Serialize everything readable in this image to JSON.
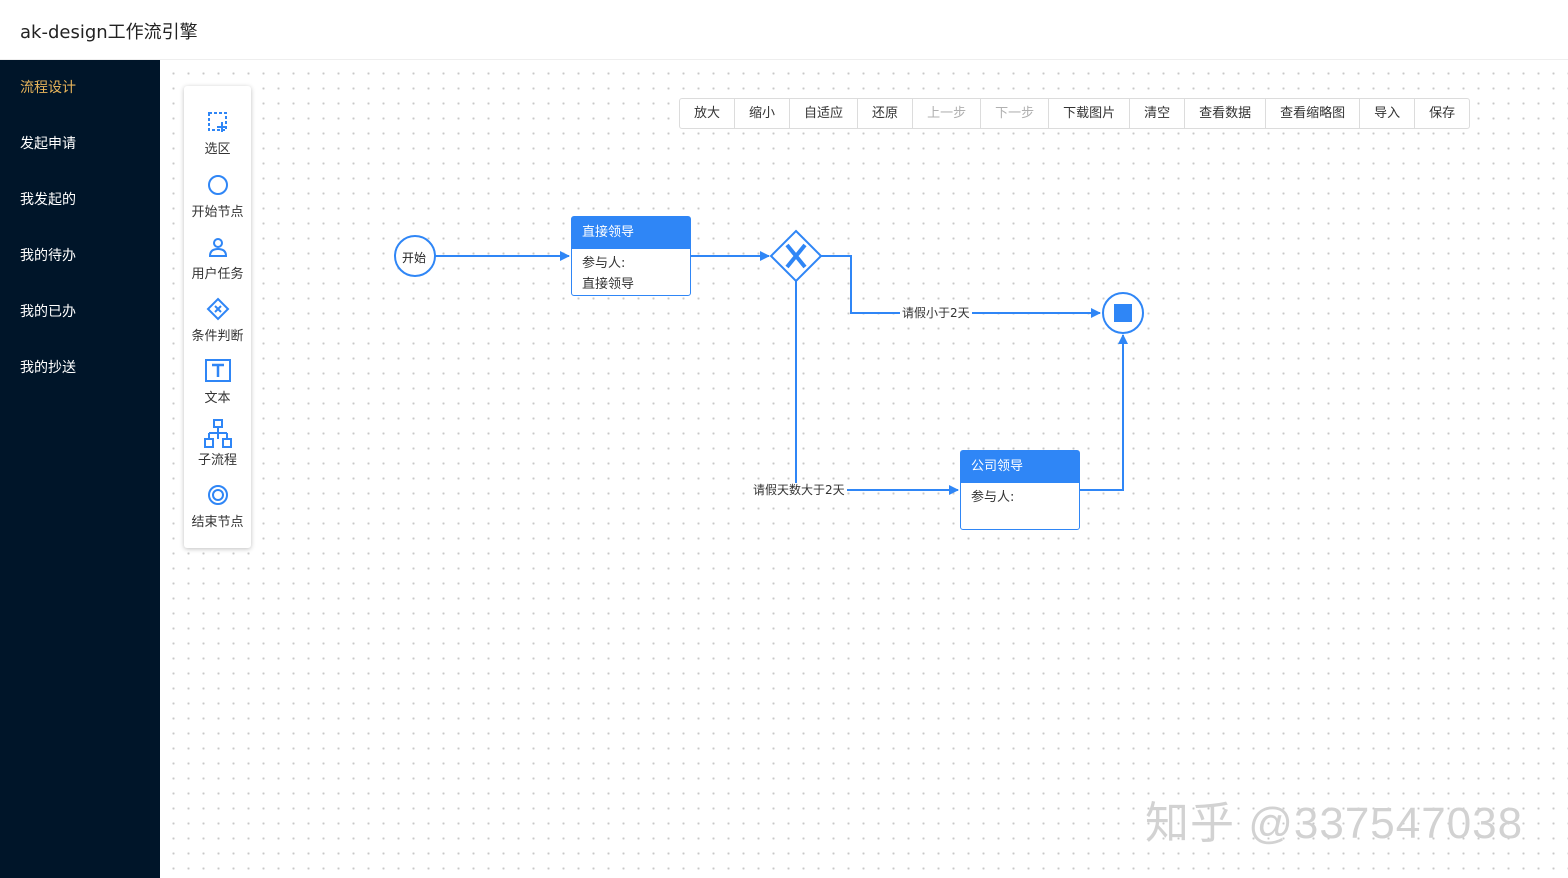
{
  "header": {
    "title": "ak-design工作流引擎"
  },
  "sidebar": {
    "items": [
      {
        "label": "流程设计",
        "active": true
      },
      {
        "label": "发起申请"
      },
      {
        "label": "我发起的"
      },
      {
        "label": "我的待办"
      },
      {
        "label": "我的已办"
      },
      {
        "label": "我的抄送"
      }
    ]
  },
  "palette": {
    "items": [
      {
        "label": "选区",
        "icon": "selection-icon"
      },
      {
        "label": "开始节点",
        "icon": "circle-icon"
      },
      {
        "label": "用户任务",
        "icon": "user-icon"
      },
      {
        "label": "条件判断",
        "icon": "gateway-icon"
      },
      {
        "label": "文本",
        "icon": "text-icon"
      },
      {
        "label": "子流程",
        "icon": "subprocess-icon"
      },
      {
        "label": "结束节点",
        "icon": "end-circle-icon"
      }
    ]
  },
  "toolbar": {
    "buttons": [
      {
        "label": "放大"
      },
      {
        "label": "缩小"
      },
      {
        "label": "自适应"
      },
      {
        "label": "还原"
      },
      {
        "label": "上一步",
        "disabled": true
      },
      {
        "label": "下一步",
        "disabled": true
      },
      {
        "label": "下载图片"
      },
      {
        "label": "清空"
      },
      {
        "label": "查看数据"
      },
      {
        "label": "查看缩略图"
      },
      {
        "label": "导入"
      },
      {
        "label": "保存"
      }
    ]
  },
  "diagram": {
    "start": {
      "label": "开始"
    },
    "task1": {
      "title": "直接领导",
      "participant_label": "参与人:",
      "participant": "直接领导"
    },
    "task2": {
      "title": "公司领导",
      "participant_label": "参与人:",
      "participant": ""
    },
    "gateway": {
      "symbol": "X"
    },
    "edges": {
      "short_leave": "请假小于2天",
      "long_leave": "请假天数大于2天"
    }
  },
  "watermark": "知乎 @337547038",
  "colors": {
    "accent": "#2f86f6",
    "sidebar_bg": "#001529",
    "active_menu": "#e6b35a"
  }
}
